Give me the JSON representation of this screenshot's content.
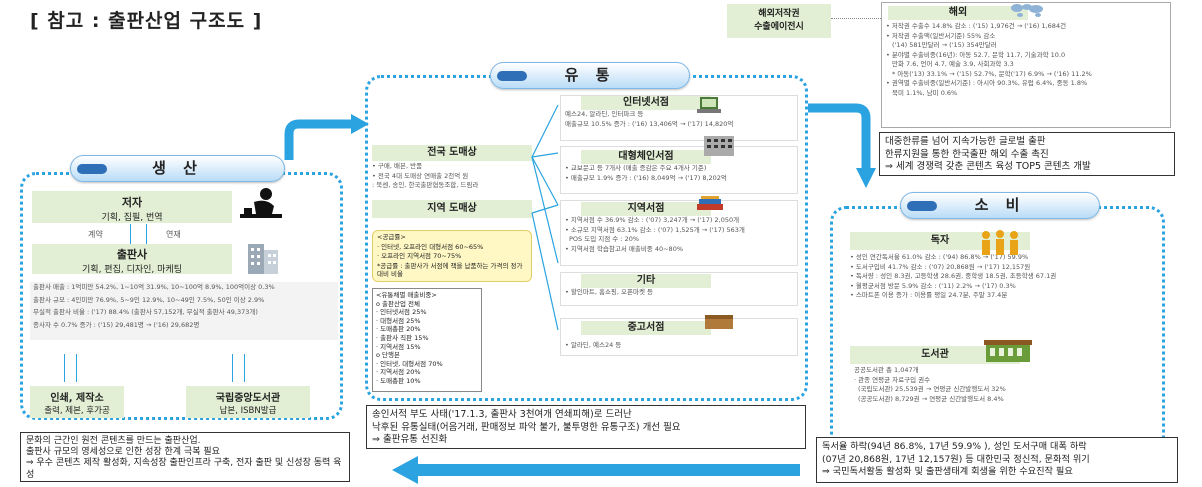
{
  "title": "[ 참고 : 출판산업 구조도 ]",
  "production": {
    "header": "생 산",
    "author": {
      "title": "저자",
      "sub": "기획, 집필, 번역"
    },
    "contract": "계약",
    "serialization": "연재",
    "publisher": {
      "title": "출판사",
      "sub": "기획, 편집, 디자인, 마케팅"
    },
    "stats": [
      "출판사 매출 : 1억미만 54.2%, 1~10억 31.9%, 10~100억 8.9%, 100억이상 0.3%",
      "출판사 규모 : 4인미만 76.9%, 5~9인 12.9%, 10~49인 7.5%, 50인 이상 2.9%",
      "무실적 출판사 비율 : ('17) 88.4% (출판사 57,152개, 무실적 출판사 49,373개)",
      "종사자 수 0.7% 증가 : ('15) 29,481명 → ('16) 29,682명"
    ],
    "printing": {
      "title": "인쇄, 제작소",
      "sub": "출력, 제본, 후가공"
    },
    "library": {
      "title": "국립중앙도서관",
      "sub": "납본, ISBN발급"
    },
    "note": [
      "문화의 근간인 원전 콘텐츠를 만드는 출판산업.",
      "출판사 규모의 영세성으로 인한 성장 한계 극복 필요",
      "⇒ 우수 콘텐츠 제작 활성화, 지속성장 출판인프라 구축, 전자 출판 및 신성장 동력 육성"
    ]
  },
  "distribution": {
    "header": "유 통",
    "national": {
      "title": "전국 도매상",
      "items": [
        "구매, 배본, 반품",
        "전국 4대 도매상 연매출 2천억 원",
        ": 북센, 송인, 한국출판협동조합, 드림라"
      ]
    },
    "regional": {
      "title": "지역 도매상"
    },
    "supply": {
      "title": "<공급률>",
      "lines": [
        "· 인터넷, 오프라인 대형서점 60~65%",
        "· 오프라인 지역서점 70~75%",
        "*공급률 : 출판사가 서점에 책을 납품하는 가격의 정가 대비 비율"
      ]
    },
    "sales": {
      "title": "<유통채별 매출비중>",
      "lines": [
        "o 출판산업 전체",
        "· 인터넷서점 25%",
        "· 대형서점 25%",
        "· 도매총판 20%",
        "· 출판사 직판 15%",
        "· 지역서점 15%",
        "o 단행본",
        "· 인터넷, 대형서점 70%",
        "· 지역서점 20%",
        "· 도매총판 10%"
      ]
    },
    "internet": {
      "title": "인터넷서점",
      "items": [
        "예스24, 알라딘, 인터파크 등",
        "매출규모 10.5% 증가 : ('16) 13,406억 → ('17) 14,820억"
      ]
    },
    "large": {
      "title": "대형체인서점",
      "items": [
        "교보문고 등 7개사 (매출 증감은 주요 4개사 기준)",
        "매출규모 1.9% 증가 : ('16) 8,049억 → ('17) 8,202억"
      ]
    },
    "local": {
      "title": "지역서점",
      "items": [
        "지역서점 수 36.9% 감소 : ('07) 3,247개 → ('17) 2,050개",
        "소규모 지역서점 63.1% 감소 : ('07) 1,525개 → ('17) 563개",
        "POS 도입 지점 수 : 20%",
        "지역서점 학습참고서 매출비중 40~80%"
      ]
    },
    "other": {
      "title": "기타",
      "items": [
        "할인마트, 홈쇼핑, 오픈마켓 등"
      ]
    },
    "used": {
      "title": "중고서점",
      "items": [
        "알라딘, 예스24 등"
      ]
    },
    "note": [
      "송인서적 부도 사태('17.1.3, 출판사 3천여개 연쇄피해)로 드러난",
      "낙후된 유통실태(어음거래, 판매정보 파악 불가, 불투명한 유통구조) 개선 필요",
      "⇒ 출판유통 선진화"
    ]
  },
  "overseas": {
    "agency": [
      "해외저작권",
      "수출에이전시"
    ],
    "title": "해외",
    "items": [
      "저작권 수출수 14.8% 감소 : ('15) 1,976건 → ('16) 1,684건",
      "저작권 수출액(일반서기준) 55% 감소",
      "('14) 581만달러 → ('15) 354만달러",
      "분야별 수출비중(16년): 아동 52.7, 문학 11.7, 기술과학 10.0",
      "만화 7.6, 언어 4.7, 예술 3.9, 사회과학 3.3",
      "* 아동('13) 33.1% → ('15) 52.7%, 문학('17) 6.9% → ('16) 11.2%",
      "권역별 수출비중(일반서기준) : 아시아 90.3%, 유럽 6.4%, 중동 1.8%",
      "북미 1.1%, 남미 0.6%"
    ],
    "note": [
      "대중한류를 넘어 지속가능한 글로벌 출판",
      "한류지원을 통한 한국출판 해외 수출 촉진",
      "⇒ 세계 경쟁력 갖춘 콘텐츠 육성 TOP5 콘텐츠 개발"
    ]
  },
  "consumption": {
    "header": "소 비",
    "reader": {
      "title": "독자",
      "items": [
        "성인 연간독서율 61.0% 감소 : ('94) 86.8% → ('17) 59.9%",
        "도서구입비 41.7% 감소 : ('07) 20,868원 → ('17) 12,157원",
        "독서량 : 성인 8.3권, 고등학생 28.6권, 중학생 18.5권, 초등학생 67.1권",
        "월평균서점 방문 5.9% 감소 : ('11) 2.2% → ('17) 0.3%",
        "스마트폰 이용 증가 : 이용률 평일 24.7분, 주말 37.4분"
      ]
    },
    "library": {
      "title": "도서관",
      "items": [
        "공공도서관 총 1,047개",
        "· 관종 연평균 자료구입 권수",
        "(국립도서관) 25,539권 → 연평균 신간발행도서 32%",
        "(공공도서관) 8,729권 → 연평균 신간발행도서 8.4%"
      ]
    },
    "note": [
      "독서율 하락(94년 86.8%, 17년 59.9% ), 성인 도서구매 대폭 하락",
      "(07년 20,868원, 17년 12,157원) 등 대한민국 정신적, 문화적 위기",
      "⇒ 국민독서활동 활성화 및 출판생태계 회생을 위한 수요진작 필요"
    ]
  },
  "colors": {
    "accent": "#2aa3e0",
    "green": "#e3efd4",
    "pillBar": "#2f6fb8",
    "supply": "#fff8c4"
  }
}
